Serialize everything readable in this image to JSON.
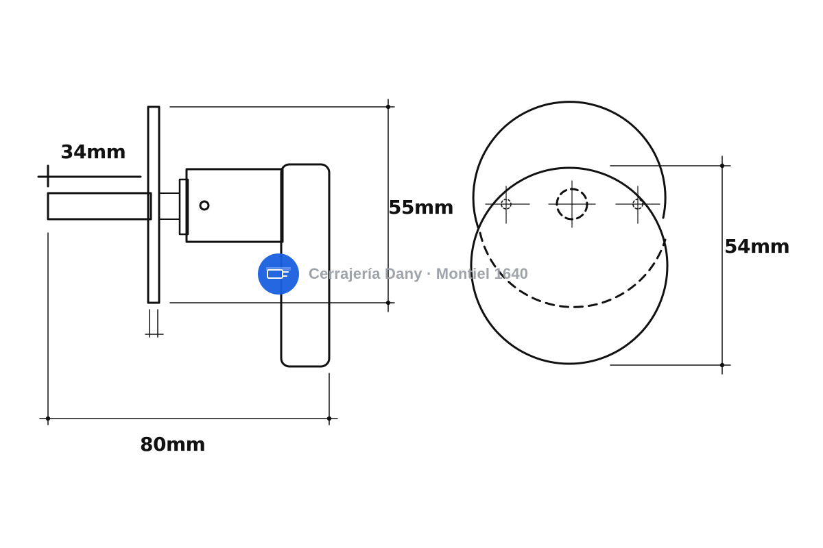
{
  "dimensions": {
    "spindle": "34mm",
    "rose_height": "55mm",
    "knob_diameter": "54mm",
    "overall_length": "80mm"
  },
  "watermark": {
    "logo_lettering": "Cerrajería Dany",
    "text": "Cerrajería Dany · Montiel 1640"
  },
  "colors": {
    "line": "#111111",
    "logo_blue": "#1a5fe0",
    "watermark_text": "#9aa0a6"
  }
}
